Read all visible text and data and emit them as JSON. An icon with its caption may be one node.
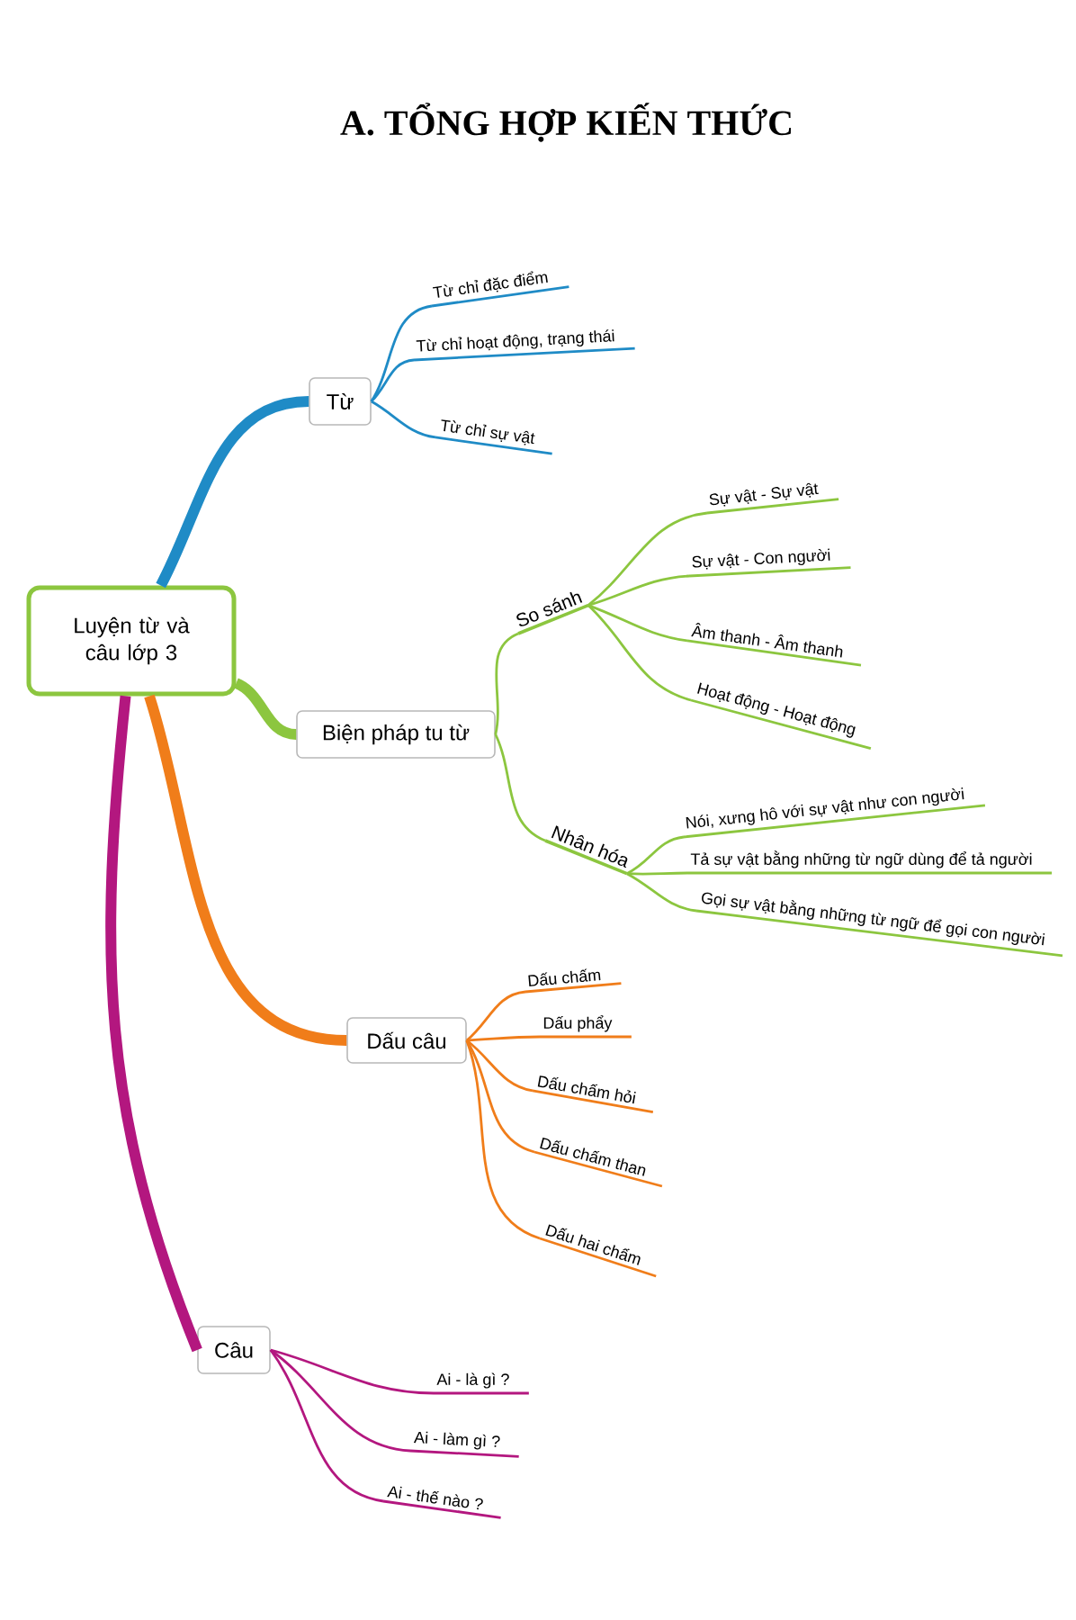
{
  "diagram": {
    "title": "A. TỔNG HỢP KIẾN THỨC",
    "nodes": [
      {
        "text": [
          "Luyện từ và câu lớp 3"
        ]
      },
      {
        "text": [
          "Từ"
        ]
      },
      {
        "text": [
          "Từ chỉ đặc điểm"
        ]
      },
      {
        "text": [
          "Từ chỉ hoạt động, trạng thái"
        ]
      },
      {
        "text": [
          "Từ chỉ sự vật"
        ]
      },
      {
        "text": [
          "Biện pháp tu từ"
        ]
      },
      {
        "text": [
          "So sánh"
        ]
      },
      {
        "text": [
          "Sự vật - Sự vật"
        ]
      },
      {
        "text": [
          "Sự vật - Con người"
        ]
      },
      {
        "text": [
          "Âm thanh - Âm thanh"
        ]
      },
      {
        "text": [
          "Hoạt động - Hoạt động"
        ]
      },
      {
        "text": [
          "Nhân hóa"
        ]
      },
      {
        "text": [
          "Nói, xưng hô với sự vật như con người"
        ]
      },
      {
        "text": [
          "Tả sự vật bằng những từ ngữ dùng để tả người"
        ]
      },
      {
        "text": [
          "Gọi sự vật bằng những từ ngữ để gọi con người"
        ]
      },
      {
        "text": [
          "Dấu câu"
        ]
      },
      {
        "text": [
          "Dấu chấm"
        ]
      },
      {
        "text": [
          "Dấu phẩy"
        ]
      },
      {
        "text": [
          "Dấu chấm hỏi"
        ]
      },
      {
        "text": [
          "Dấu chấm than"
        ]
      },
      {
        "text": [
          "Dấu hai chấm"
        ]
      },
      {
        "text": [
          "Câu"
        ]
      },
      {
        "text": [
          "Ai - là gì ?"
        ]
      },
      {
        "text": [
          "Ai - làm gì ?"
        ]
      },
      {
        "text": [
          "Ai - thế nào ?"
        ]
      }
    ],
    "edges": [
      {
        "from": 0,
        "to": 1,
        "arrow": "none",
        "style": "thick",
        "color": "#1f8bc6"
      },
      {
        "from": 1,
        "to": 2,
        "arrow": "none",
        "color": "#1f8bc6"
      },
      {
        "from": 1,
        "to": 3,
        "arrow": "none",
        "color": "#1f8bc6"
      },
      {
        "from": 1,
        "to": 4,
        "arrow": "none",
        "color": "#1f8bc6"
      },
      {
        "from": 0,
        "to": 5,
        "arrow": "none",
        "style": "thick"
      },
      {
        "from": 5,
        "to": 6,
        "arrow": "none"
      },
      {
        "from": 6,
        "to": 7,
        "arrow": "none"
      },
      {
        "from": 6,
        "to": 8,
        "arrow": "none"
      },
      {
        "from": 6,
        "to": 9,
        "arrow": "none"
      },
      {
        "from": 6,
        "to": 10,
        "arrow": "none"
      },
      {
        "from": 5,
        "to": 11,
        "arrow": "none"
      },
      {
        "from": 11,
        "to": 12,
        "arrow": "none"
      },
      {
        "from": 11,
        "to": 13,
        "arrow": "none"
      },
      {
        "from": 11,
        "to": 14,
        "arrow": "none"
      },
      {
        "from": 0,
        "to": 15,
        "arrow": "none",
        "style": "thick",
        "color": "#f07d1a"
      },
      {
        "from": 15,
        "to": 16,
        "arrow": "none",
        "color": "#f07d1a"
      },
      {
        "from": 15,
        "to": 17,
        "arrow": "none",
        "color": "#f07d1a"
      },
      {
        "from": 15,
        "to": 18,
        "arrow": "none",
        "color": "#f07d1a"
      },
      {
        "from": 15,
        "to": 19,
        "arrow": "none",
        "color": "#f07d1a"
      },
      {
        "from": 15,
        "to": 20,
        "arrow": "none",
        "color": "#f07d1a"
      },
      {
        "from": 0,
        "to": 21,
        "arrow": "none",
        "style": "thick",
        "color": "#b3177f"
      },
      {
        "from": 21,
        "to": 22,
        "arrow": "none",
        "color": "#b3177f"
      },
      {
        "from": 21,
        "to": 23,
        "arrow": "none",
        "color": "#b3177f"
      },
      {
        "from": 21,
        "to": 24,
        "arrow": "none",
        "color": "#b3177f"
      }
    ]
  }
}
